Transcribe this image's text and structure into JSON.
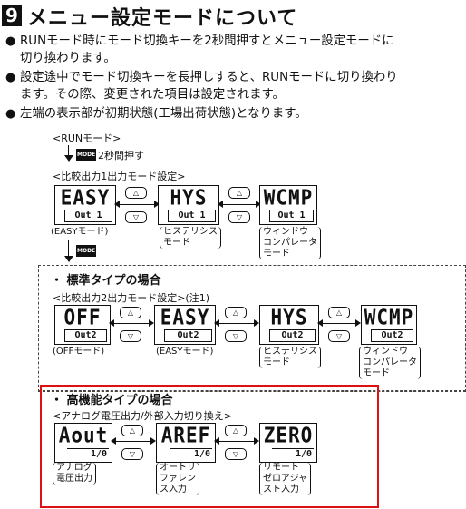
{
  "header": {
    "number": "9",
    "title": "メニュー設定モードについて"
  },
  "bullets": [
    {
      "line1": "RUNモード時にモード切換キーを2秒間押すとメニュー設定モードに",
      "line2": "切り換わります。"
    },
    {
      "line1": "設定途中でモード切換キーを長押しすると、RUNモードに切り換わり",
      "line2": "ます。その際、変更された項目は設定されます。"
    },
    {
      "line1": "左端の表示部が初期状態(工場出荷状態)となります。",
      "line2": ""
    }
  ],
  "bullet_mark": "●",
  "run_mode_label": "<RUNモード>",
  "mode_key_label": "MODE",
  "hold_2s_label": "2秒間押す",
  "up_key": "△",
  "down_key": "▽",
  "section1": {
    "title": "<比較出力1出力モード設定>",
    "displays": [
      {
        "main": "EASY",
        "sub": "Out 1",
        "label": "(EASYモード)"
      },
      {
        "main": "HYS",
        "sub": "Out 1",
        "label": "ヒステリシス\nモード"
      },
      {
        "main": "WCMP",
        "sub": "Out 1",
        "label": "ウィンドウ\nコンパレータ\nモード"
      }
    ]
  },
  "standard": {
    "heading": "・ 標準タイプの場合",
    "title": "<比較出力2出力モード設定>(注1)",
    "displays": [
      {
        "main": "OFF",
        "sub": "Out2",
        "label": "(OFFモード)"
      },
      {
        "main": "EASY",
        "sub": "Out2",
        "label": "(EASYモード)"
      },
      {
        "main": "HYS",
        "sub": "Out2",
        "label": "ヒステリシス\nモード"
      },
      {
        "main": "WCMP",
        "sub": "Out2",
        "label": "ウィンドウ\nコンパレータ\nモード"
      }
    ]
  },
  "advanced": {
    "heading": "・ 高機能タイプの場合",
    "title": "<アナログ電圧出力/外部入力切り換え>",
    "displays": [
      {
        "main": "Aout",
        "sub": "1/0",
        "label": "アナログ\n電圧出力"
      },
      {
        "main": "AREF",
        "sub": "1/0",
        "label": "オートリ\nファレン\nス入力"
      },
      {
        "main": "ZERO",
        "sub": "1/0",
        "label": "リモート\nゼロアジャ\nスト入力"
      }
    ]
  },
  "colors": {
    "highlight": "#dd1111"
  }
}
